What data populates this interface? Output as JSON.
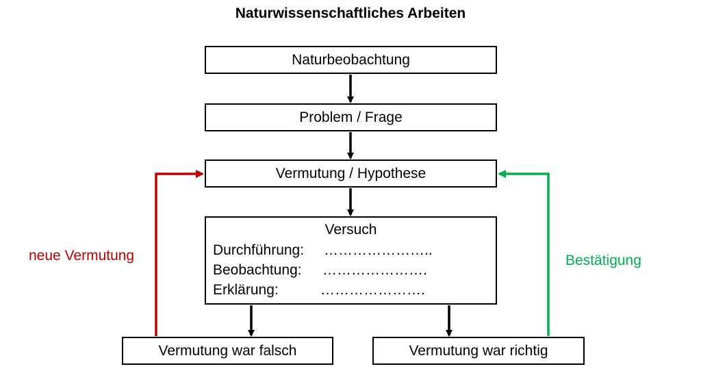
{
  "title": "Naturwissenschaftliches Arbeiten",
  "boxes": {
    "observation": "Naturbeobachtung",
    "problem": "Problem / Frage",
    "hypothesis": "Vermutung / Hypothese",
    "experiment": {
      "title": "Versuch",
      "rows": [
        {
          "label": "Durchführung:",
          "dots": "………………….."
        },
        {
          "label": "Beobachtung:",
          "dots": "…………………."
        },
        {
          "label": "Erklärung:",
          "dots": "…………………."
        }
      ]
    },
    "wrong": "Vermutung war falsch",
    "right": "Vermutung war richtig"
  },
  "side_labels": {
    "new_hypothesis": "neue Vermutung",
    "confirmation": "Bestätigung"
  },
  "colors": {
    "red": "#c00000",
    "green": "#00b050",
    "black": "#000000"
  }
}
